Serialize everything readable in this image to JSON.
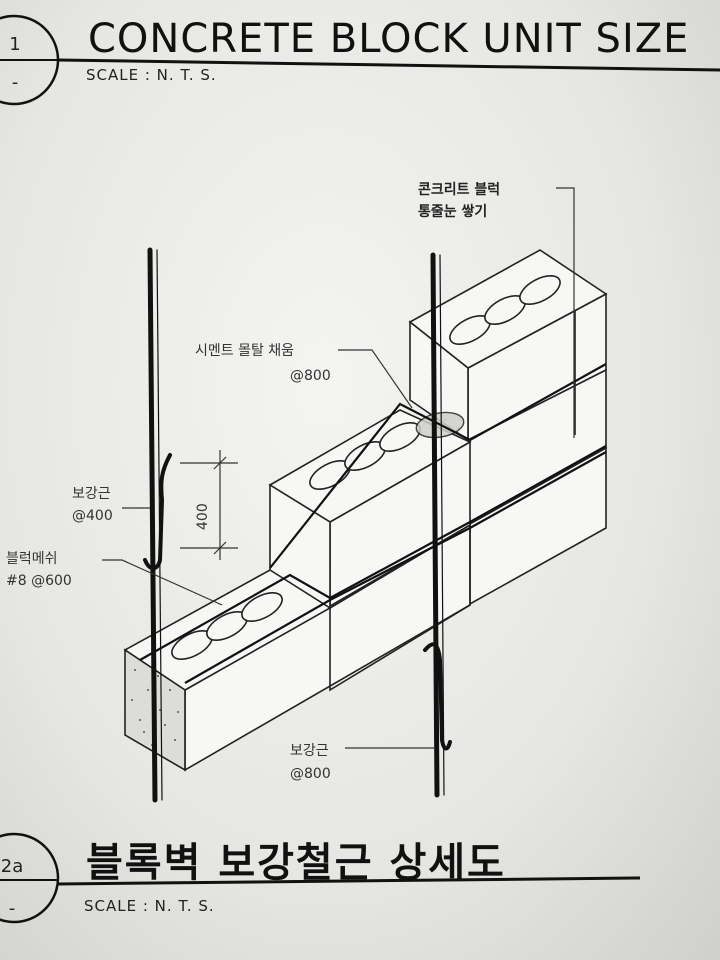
{
  "sheet": {
    "detail1": {
      "number": "1",
      "sub": "-",
      "title": "CONCRETE BLOCK UNIT SIZE",
      "scale": "SCALE : N. T. S."
    },
    "detail2": {
      "number": "2a",
      "sub": "-",
      "title": "블록벽 보강철근 상세도",
      "scale": "SCALE : N. T. S."
    }
  },
  "annotations": {
    "block_stack_line1": "콘크리트 블럭",
    "block_stack_line2": "통줄눈 쌓기",
    "mortar_fill": "시멘트 몰탈 채움",
    "mortar_spacing": "@800",
    "rebar_left": "보강근",
    "rebar_left_spacing": "@400",
    "block_mesh": "블럭메쉬",
    "block_mesh_spec": "#8 @600",
    "rebar_bottom": "보강근",
    "rebar_bottom_spacing": "@800",
    "dimension_400": "400"
  }
}
